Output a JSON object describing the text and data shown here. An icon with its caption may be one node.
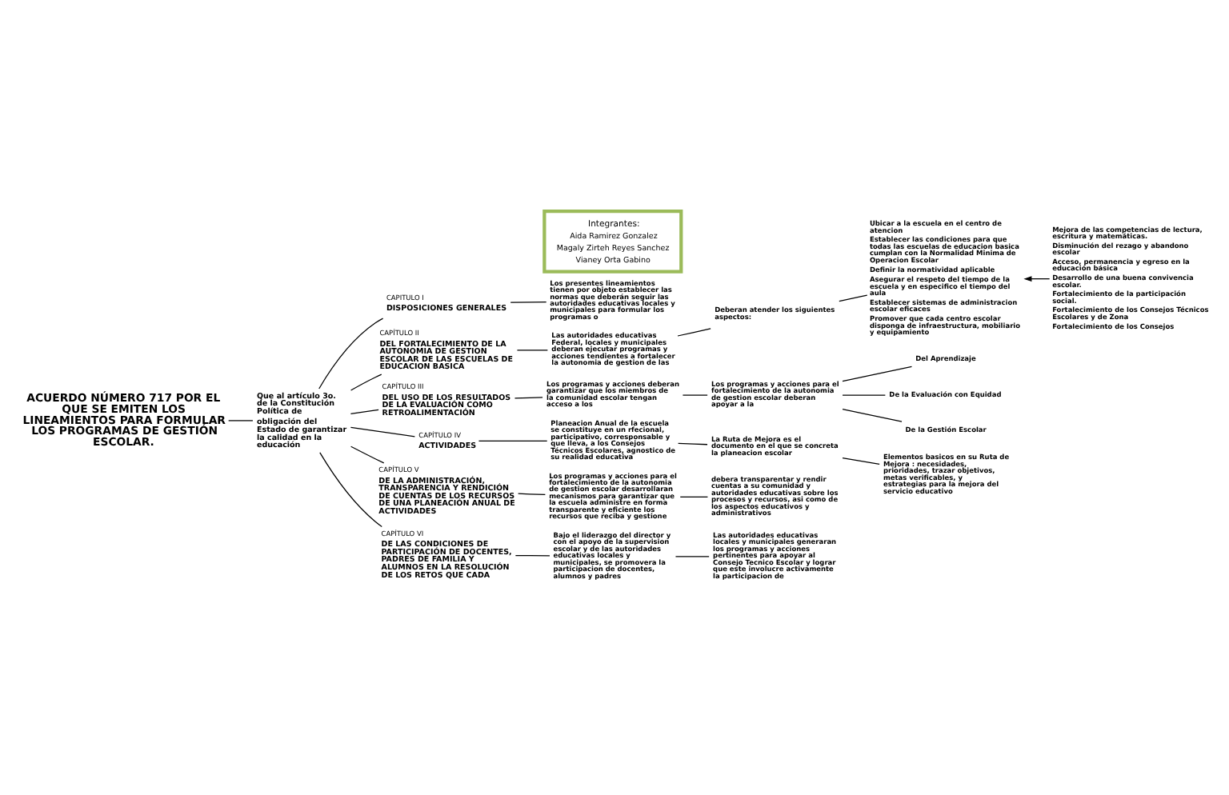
{
  "diagram": {
    "nodes": [
      {
        "text": [
          "ACUERDO NÚMERO 717 POR EL QUE SE EMITEN LOS LINEAMIENTOS PARA FORMULAR LOS PROGRAMAS DE GESTIÓN ESCOLAR."
        ]
      },
      {
        "text": [
          "Que al artículo 3o. de la Constitución Política de",
          "obligación del Estado de garantizar la calidad en la educación"
        ]
      },
      {
        "text": [
          "CAPITULO I",
          "DISPOSICIONES GENERALES"
        ]
      },
      {
        "text": [
          "Los presentes lineamientos tienen por objeto establecer las normas que deberán seguir las autoridades educativas locales y municipales para formular los programas o"
        ]
      },
      {
        "text": [
          "CAPÍTULO II",
          "DEL FORTALECIMIENTO DE LA AUTONOMIA DE GESTION ESCOLAR DE LAS ESCUELAS DE EDUCACION BASICA"
        ]
      },
      {
        "text": [
          "Las autoridades educativas Federal, locales y municipales deberan ejecutar programas y acciones tendientes a fortalecer la autonomia de gestion de las"
        ]
      },
      {
        "text": [
          "Deberan atender los siguientes aspectos:"
        ]
      },
      {
        "text": [
          "Ubicar a la escuela en el centro de atencion",
          "Establecer las condiciones para que todas las escuelas de educacion basica cumplan con la Normalidad Minima de Operacion Escolar",
          "Definir la normatividad aplicable",
          "Asegurar el respeto del tiempo de la escuela y en especifico el tiempo del aula",
          "Establecer sistemas de administracion escolar eficaces",
          "Promover que cada centro escolar disponga de infraestructura, mobiliario y equipamiento"
        ]
      },
      {
        "text": [
          "Mejora de las competencias de lectura, escritura y matemáticas.",
          "Disminución del rezago y abandono escolar",
          "Acceso, permanencia y egreso en la educación básica",
          "Desarrollo de una buena convivencia escolar.",
          "Fortalecimiento de la participación social.",
          "Fortalecimiento de los Consejos Técnicos Escolares y de Zona",
          "Fortalecimiento de los Consejos"
        ]
      },
      {
        "text": [
          "CAPÍTULO III",
          "DEL USO DE LOS RESULTADOS DE LA EVALUACIÓN COMO RETROALIMENTACIÓN"
        ]
      },
      {
        "text": [
          "Los programas y acciones deberan garantizar que los miembros de la comunidad escolar tengan acceso a los"
        ]
      },
      {
        "text": [
          "Los programas y acciones para el fortalecimiento de la autonomia de gestion escolar deberan apoyar a la"
        ]
      },
      {
        "text": [
          "Del Aprendizaje"
        ]
      },
      {
        "text": [
          "De la Evaluación con Equidad"
        ]
      },
      {
        "text": [
          "De la Gestión Escolar"
        ]
      },
      {
        "text": [
          "CAPÍTULO IV",
          "ACTIVIDADES"
        ]
      },
      {
        "text": [
          "Planeacion Anual de la escuela se constituye en un rfecional, participativo, corresponsable y que lleva, a los Consejos Técnicos Escolares, agnostico de su realidad educativa"
        ]
      },
      {
        "text": [
          "La Ruta de Mejora es el documento en el que se concreta la planeacion escolar"
        ]
      },
      {
        "text": [
          "Elementos basicos en su Ruta de Mejora : necesidades, prioridades, trazar objetivos, metas verificables, y estrategias para la mejora del servicio educativo"
        ]
      },
      {
        "text": [
          "CAPÍTULO V",
          "DE LA ADMINISTRACIÓN, TRANSPARENCIA Y RENDICIÓN DE CUENTAS DE LOS RECURSOS DE UNA PLANEACIÓN ANUAL DE ACTIVIDADES"
        ]
      },
      {
        "text": [
          "Los programas y acciones para el fortalecimiento de la autonomia de gestion escolar desarrollaran mecanismos para garantizar que la escuela administre en forma transparente y eficiente los recursos que reciba y gestione"
        ]
      },
      {
        "text": [
          "debera transparentar y rendir cuentas a su comunidad y autoridades educativas sobre los procesos y recursos, asi como de los aspectos educativos y administrativos"
        ]
      },
      {
        "text": [
          "CAPÍTULO VI",
          "DE LAS CONDICIONES DE PARTICIPACIÓN DE DOCENTES, PADRES DE FAMILIA Y ALUMNOS EN LA RESOLUCIÓN DE LOS RETOS QUE CADA"
        ]
      },
      {
        "text": [
          "Bajo el liderazgo del director y con el apoyo de la supervision escolar y de las autoridades educativas locales y municipales, se promovera la participacion de docentes, alumnos y padres"
        ]
      },
      {
        "text": [
          "Las autoridades educativas locales y municipales generaran los programas y acciones pertinentes para apoyar al Consejo Tecnico Escolar y lograr que este involucre activamente la participacion de"
        ]
      },
      {
        "text": [
          "Integrantes:",
          "Aida Ramirez Gonzalez",
          "Magaly Zirteh Reyes Sanchez",
          "Vianey Orta Gabino"
        ]
      }
    ],
    "edges": [
      {
        "from": 0,
        "to": 1,
        "arrow": "none"
      },
      {
        "from": 1,
        "to": 2,
        "arrow": "none"
      },
      {
        "from": 1,
        "to": 4,
        "arrow": "none"
      },
      {
        "from": 1,
        "to": 9,
        "arrow": "none"
      },
      {
        "from": 1,
        "to": 15,
        "arrow": "none"
      },
      {
        "from": 1,
        "to": 19,
        "arrow": "none"
      },
      {
        "from": 1,
        "to": 22,
        "arrow": "none"
      },
      {
        "from": 2,
        "to": 3,
        "arrow": "none"
      },
      {
        "from": 4,
        "to": 5,
        "arrow": "none"
      },
      {
        "from": 5,
        "to": 6,
        "arrow": "none"
      },
      {
        "from": 6,
        "to": 7,
        "arrow": "none"
      },
      {
        "from": 8,
        "to": 7,
        "arrow": "to"
      },
      {
        "from": 9,
        "to": 10,
        "arrow": "none"
      },
      {
        "from": 10,
        "to": 11,
        "arrow": "none"
      },
      {
        "from": 11,
        "to": 12,
        "arrow": "none"
      },
      {
        "from": 11,
        "to": 13,
        "arrow": "none"
      },
      {
        "from": 11,
        "to": 14,
        "arrow": "none"
      },
      {
        "from": 15,
        "to": 16,
        "arrow": "none"
      },
      {
        "from": 16,
        "to": 17,
        "arrow": "none"
      },
      {
        "from": 17,
        "to": 18,
        "arrow": "none"
      },
      {
        "from": 19,
        "to": 20,
        "arrow": "none"
      },
      {
        "from": 20,
        "to": 21,
        "arrow": "none"
      },
      {
        "from": 22,
        "to": 23,
        "arrow": "none"
      },
      {
        "from": 23,
        "to": 24,
        "arrow": "none"
      }
    ]
  }
}
